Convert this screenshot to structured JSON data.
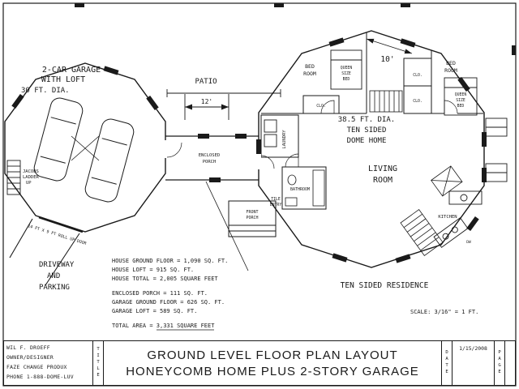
{
  "colors": {
    "ink": "#1a1a1a",
    "paper": "#ffffff"
  },
  "garage": {
    "name_l1": "2-CAR GARAGE",
    "name_l2": "WITH LOFT",
    "dia": "30 FT. DIA.",
    "ladder_l1": "JACOBS",
    "ladder_l2": "LADDER",
    "ladder_l3": "UP",
    "door": "14 FT X 9 FT ROLL UP DOOR"
  },
  "site": {
    "patio": "PATIO",
    "patio_width": "12'",
    "driveway_l1": "DRIVEWAY",
    "driveway_l2": "AND",
    "driveway_l3": "PARKING"
  },
  "porch": {
    "enclosed_l1": "ENCLOSED",
    "enclosed_l2": "PORCH",
    "front_l1": "FRONT",
    "front_l2": "PORCH"
  },
  "home": {
    "top_width": "10'",
    "dia_l1": "38.5 FT. DIA.",
    "dia_l2": "TEN SIDED",
    "dia_l3": "DOME HOME",
    "living_l1": "LIVING",
    "living_l2": "ROOM",
    "bed_l1": "BED",
    "bed_l2": "ROOM",
    "queen_l1": "QUEEN",
    "queen_l2": "SIZE",
    "queen_l3": "BED",
    "clo": "CLO.",
    "laundry": "LAUNDRY",
    "bathroom": "BATHROOM",
    "tile_l1": "TILE",
    "tile_l2": "ENTRY",
    "kitchen": "KITCHEN",
    "dw": "DW"
  },
  "areas": {
    "rows": [
      "HOUSE GROUND FLOOR = 1,090 SQ. FT.",
      "HOUSE LOFT = 915 SQ. FT.",
      "HOUSE TOTAL = 2,005 SQUARE FEET",
      "ENCLOSED PORCH = 111 SQ. FT.",
      "GARAGE GROUND FLOOR = 626 SQ. FT.",
      "GARAGE LOFT = 589 SQ. FT.",
      "TOTAL AREA = 3,331 SQUARE FEET"
    ]
  },
  "footer": {
    "residence": "TEN SIDED RESIDENCE",
    "scale": "SCALE: 3/16\" = 1 FT."
  },
  "titleblock": {
    "owner_l1": "WIL F. DROEFF",
    "owner_l2": "OWNER/DESIGNER",
    "owner_l3": "FAZE CHANGE PRODUX",
    "owner_l4": "PHONE 1-888-DOME-LUV",
    "title_label": "TITLE",
    "title_l1": "GROUND LEVEL FLOOR PLAN LAYOUT",
    "title_l2": "HONEYCOMB HOME PLUS 2-STORY GARAGE",
    "date_label": "DATE",
    "date_value": "1/15/2008",
    "page_label": "PAGE",
    "page_value": ""
  }
}
